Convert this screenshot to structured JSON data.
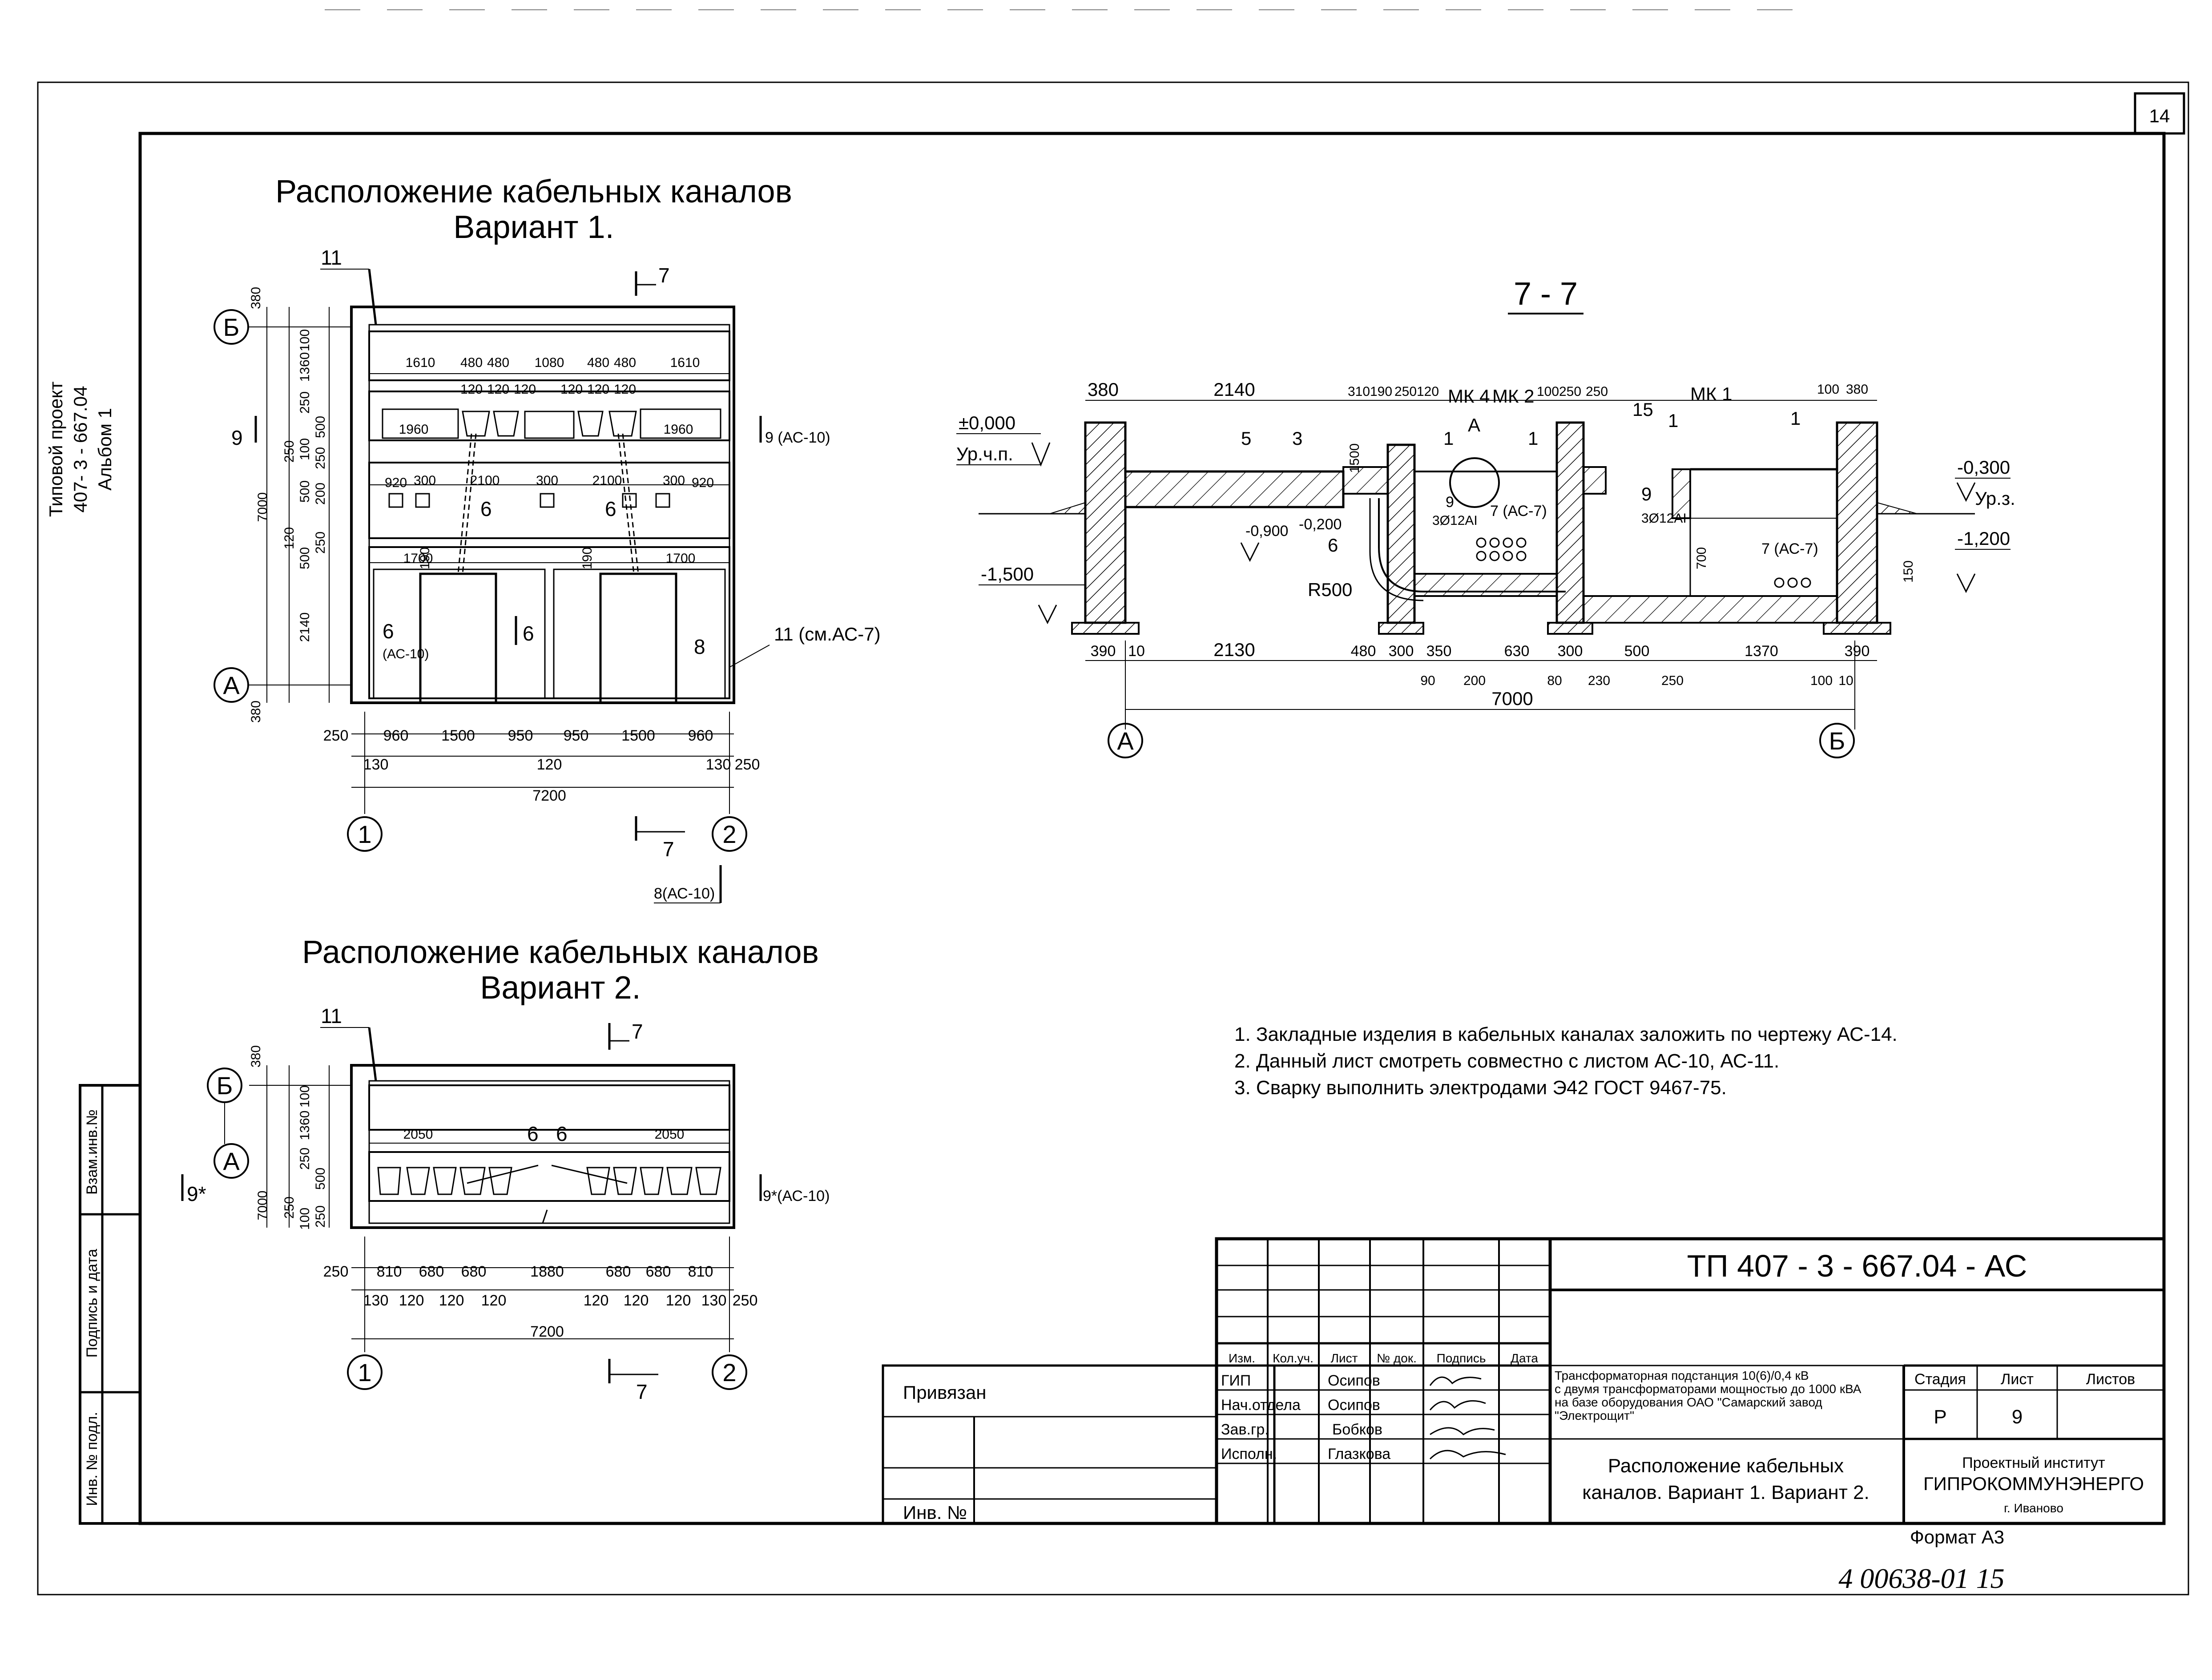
{
  "sheet": {
    "sheet_no": "14",
    "side_stamp": [
      "Типовой проект",
      "407- 3 - 667.04",
      "Альбом 1"
    ],
    "format": "Формат А3",
    "handwritten": "4 00638-01   15"
  },
  "variant1": {
    "title_line1": "Расположение кабельных каналов",
    "title_line2": "Вариант 1.",
    "callouts": [
      "11",
      "7",
      "9",
      "9 (АС-10)",
      "6",
      "6",
      "6",
      "6",
      "(АС-10)",
      "8",
      "11 (см.АС-7)",
      "7",
      "8(АС-10)"
    ],
    "axes": [
      "Б",
      "А",
      "1",
      "2"
    ],
    "dims_top": [
      "1610",
      "480",
      "480",
      "1080",
      "480",
      "480",
      "1610",
      "120",
      "120",
      "120",
      "120",
      "120",
      "120",
      "1960",
      "1960"
    ],
    "dims_mid": [
      "920",
      "300",
      "2100",
      "300",
      "2100",
      "300",
      "920",
      "1700",
      "1700"
    ],
    "dims_left": [
      "380",
      "100",
      "1360",
      "250",
      "500",
      "100",
      "250",
      "7000",
      "250",
      "500",
      "200",
      "120",
      "500",
      "250",
      "2140",
      "380",
      "190",
      "190"
    ],
    "dims_bottom": [
      "250",
      "960",
      "1500",
      "950",
      "950",
      "1500",
      "960",
      "130",
      "120",
      "130",
      "250",
      "7200"
    ]
  },
  "variant2": {
    "title_line1": "Расположение кабельных каналов",
    "title_line2": "Вариант 2.",
    "callouts": [
      "11",
      "7",
      "9*",
      "9*(АС-10)",
      "6",
      "6",
      "7"
    ],
    "axes": [
      "Б",
      "А",
      "1",
      "2"
    ],
    "dims_top": [
      "2050",
      "2050"
    ],
    "dims_left": [
      "380",
      "100",
      "1360",
      "250",
      "500",
      "250",
      "7000",
      "100",
      "250"
    ],
    "dims_bottom": [
      "250",
      "810",
      "680",
      "680",
      "1880",
      "680",
      "680",
      "810",
      "130",
      "120",
      "120",
      "120",
      "120",
      "120",
      "120",
      "130",
      "250",
      "7200"
    ]
  },
  "section": {
    "title": "7 - 7",
    "levels": [
      "±0,000",
      "Ур.ч.п.",
      "-1,500",
      "-0,900",
      "-0,200",
      "-0,300",
      "Ур.з.",
      "-1,200"
    ],
    "labels": [
      "МК 4",
      "МК 2",
      "МК 1",
      "А",
      "R500",
      "3Ø12АI",
      "3Ø12АI",
      "7 (АС-7)",
      "7 (АС-7)"
    ],
    "callouts": [
      "5",
      "3",
      "1",
      "1",
      "1",
      "1",
      "15",
      "9",
      "9",
      "6",
      "1500",
      "700",
      "150"
    ],
    "dims_top": [
      "380",
      "2140",
      "310",
      "190",
      "250",
      "120",
      "100",
      "250",
      "250",
      "100",
      "380"
    ],
    "dims_bottom": [
      "390",
      "10",
      "2130",
      "480",
      "300",
      "350",
      "630",
      "300",
      "500",
      "1370",
      "390",
      "90",
      "200",
      "80",
      "230",
      "250",
      "100",
      "10",
      "7000"
    ],
    "axes": [
      "А",
      "Б"
    ]
  },
  "notes": [
    "1. Закладные изделия в кабельных каналах заложить по чертежу АС-14.",
    "2. Данный лист смотреть совместно с листом  АС-10, АС-11.",
    "3. Сварку выполнить электродами Э42 ГОСТ 9467-75."
  ],
  "left_stamp": [
    "Взам.инв.№",
    "Подпись и дата",
    "Инв. № подл."
  ],
  "title_block": {
    "code": "ТП   407 - 3 - 667.04 - АС",
    "tied": "Привязан",
    "inv": "Инв. №",
    "headers": [
      "Изм.",
      "Кол.уч.",
      "Лист",
      "№ док.",
      "Подпись",
      "Дата"
    ],
    "roles": [
      "ГИП",
      "Нач.отдела",
      "Зав.гр.",
      "Исполн."
    ],
    "names": [
      "Осипов",
      "Осипов",
      "Бобков",
      "Глазкова"
    ],
    "project": [
      "Трансформаторная подстанция 10(6)/0,4 кВ",
      "с двумя трансформаторами мощностью до 1000 кВА",
      "на базе оборудования ОАО \"Самарский завод",
      "\"Электрощит\""
    ],
    "sheet_title": [
      "Расположение кабельных",
      "каналов. Вариант 1. Вариант 2."
    ],
    "stage_headers": [
      "Стадия",
      "Лист",
      "Листов"
    ],
    "stage": "Р",
    "sheet": "9",
    "org": [
      "Проектный институт",
      "ГИПРОКОММУНЭНЕРГО",
      "г. Иваново"
    ]
  }
}
